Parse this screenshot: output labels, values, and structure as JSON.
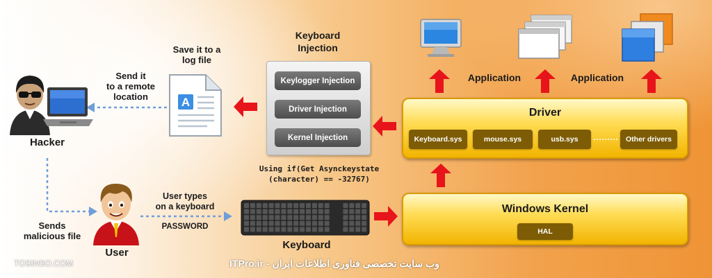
{
  "hacker": {
    "label": "Hacker"
  },
  "send_remote": {
    "line1": "Send it",
    "line2": "to a remote",
    "line3": "location"
  },
  "save_log": {
    "line1": "Save it to a",
    "line2": "log file"
  },
  "injection": {
    "title_line1": "Keyboard",
    "title_line2": "Injection",
    "items": [
      "Keylogger Injection",
      "Driver Injection",
      "Kernel Injection"
    ]
  },
  "code": {
    "line1": "Using if(Get Asynckeystate",
    "line2": "(character) == -32767)"
  },
  "applications": [
    "Application",
    "Application"
  ],
  "driver": {
    "title": "Driver",
    "items": [
      "Keyboard.sys",
      "mouse.sys",
      "usb.sys",
      "Other drivers"
    ]
  },
  "kernel": {
    "title": "Windows Kernel",
    "hal": "HAL"
  },
  "user": {
    "label": "User"
  },
  "sends_file": {
    "line1": "Sends",
    "line2": "malicious file"
  },
  "user_types": {
    "line1": "User types",
    "line2": "on a keyboard",
    "password": "PASSWORD"
  },
  "keyboard": {
    "label": "Keyboard"
  },
  "watermark": {
    "left": "TOSINSO.COM",
    "right": "وب سایت تخصصی فناوری اطلاعات ایران - ITPro.ir"
  },
  "colors": {
    "arrow_red": "#e8141b",
    "driver_yellow": "#ffd43b",
    "chip_brown": "#7d5c05",
    "injection_gray": "#5e5e5e",
    "dotted_blue": "#6f9ed8"
  },
  "icons": [
    "hacker-avatar",
    "laptop-icon",
    "document-icon",
    "monitor-icon",
    "windows-stack-icon",
    "user-avatar",
    "keyboard-icon"
  ]
}
